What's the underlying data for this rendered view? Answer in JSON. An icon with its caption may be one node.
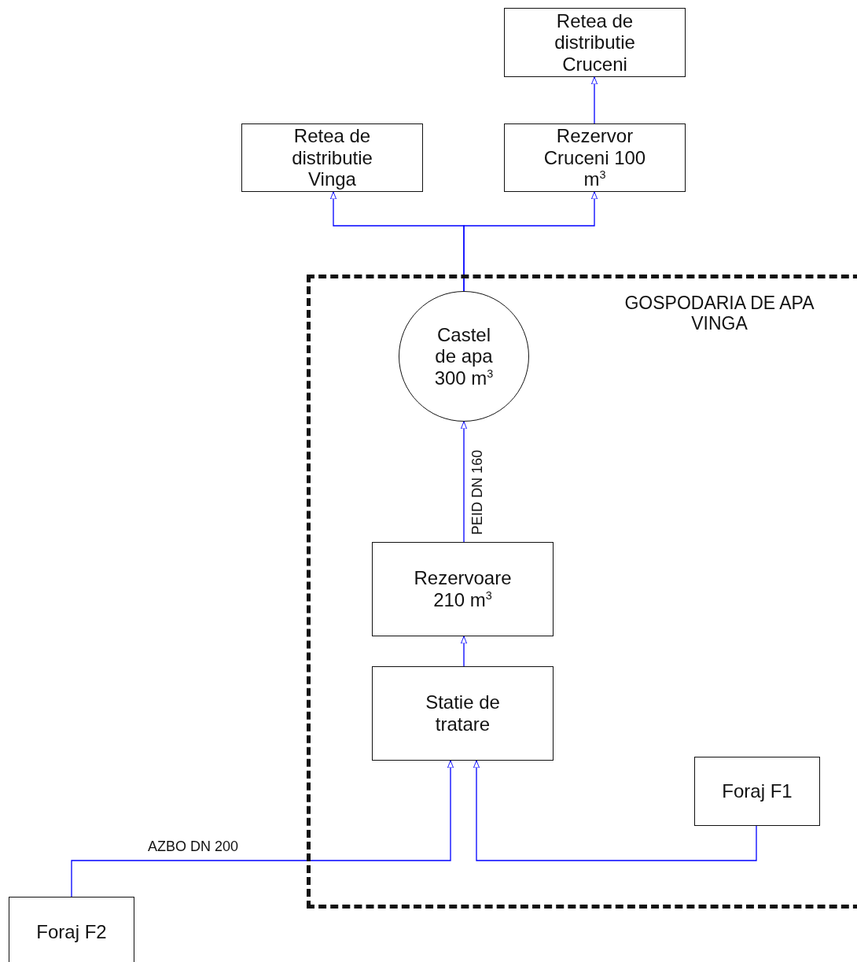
{
  "diagram": {
    "nodes": [
      {
        "text": [
          "Retea de distributie Cruceni"
        ]
      },
      {
        "text": [
          "Retea de distributie Vinga"
        ]
      },
      {
        "text": [
          "Rezervor Cruceni 100 m$^{3}$"
        ]
      },
      {
        "text": [
          "GOSPODARIA DE APA VINGA"
        ]
      },
      {
        "text": [
          "Castel de apa 300 m$^{3}$"
        ],
        "in": 3
      },
      {
        "text": [
          "Rezervoare 210 m$^{3}$"
        ],
        "in": 3
      },
      {
        "text": [
          "Statie de tratare"
        ],
        "in": 3
      },
      {
        "text": [
          "Foraj F1"
        ],
        "in": 3
      },
      {
        "text": [
          "Foraj F2"
        ]
      }
    ],
    "edges": [
      {
        "from": 2,
        "to": 0,
        "arrow": "to"
      },
      {
        "from": 4,
        "to": 1,
        "arrow": "to"
      },
      {
        "from": 4,
        "to": 2,
        "arrow": "to"
      },
      {
        "from": 5,
        "to": 4,
        "arrow": "to",
        "label": "PEID DN 160"
      },
      {
        "from": 6,
        "to": 5,
        "arrow": "to"
      },
      {
        "from": 8,
        "to": 6,
        "arrow": "to",
        "label": "AZBO DN 200"
      },
      {
        "from": 7,
        "to": 6,
        "arrow": "to"
      }
    ]
  }
}
